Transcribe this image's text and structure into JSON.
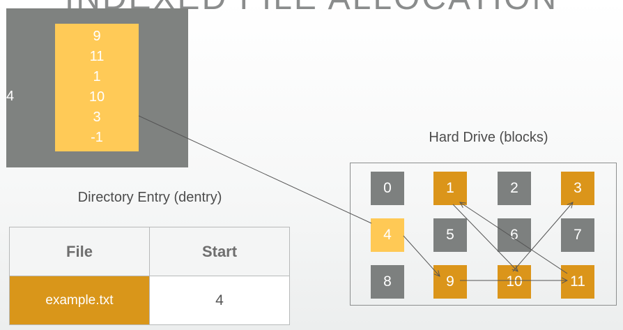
{
  "title": "INDEXED FILE ALLOCATION",
  "index_block": {
    "label": "4",
    "entries": [
      "9",
      "11",
      "1",
      "10",
      "3",
      "-1"
    ]
  },
  "dentry": {
    "caption": "Directory Entry (dentry)",
    "headers": [
      "File",
      "Start"
    ],
    "row": {
      "file": "example.txt",
      "start": "4"
    }
  },
  "hard_drive": {
    "caption": "Hard Drive (blocks)",
    "blocks": [
      {
        "label": "0",
        "state": "free"
      },
      {
        "label": "1",
        "state": "data"
      },
      {
        "label": "2",
        "state": "free"
      },
      {
        "label": "3",
        "state": "data"
      },
      {
        "label": "4",
        "state": "index"
      },
      {
        "label": "5",
        "state": "free"
      },
      {
        "label": "6",
        "state": "free"
      },
      {
        "label": "7",
        "state": "free"
      },
      {
        "label": "8",
        "state": "free"
      },
      {
        "label": "9",
        "state": "data"
      },
      {
        "label": "10",
        "state": "data"
      },
      {
        "label": "11",
        "state": "data"
      }
    ]
  },
  "colors": {
    "free": "#7d807f",
    "data": "#db951a",
    "index": "#ffc955",
    "arrow": "#555555"
  }
}
